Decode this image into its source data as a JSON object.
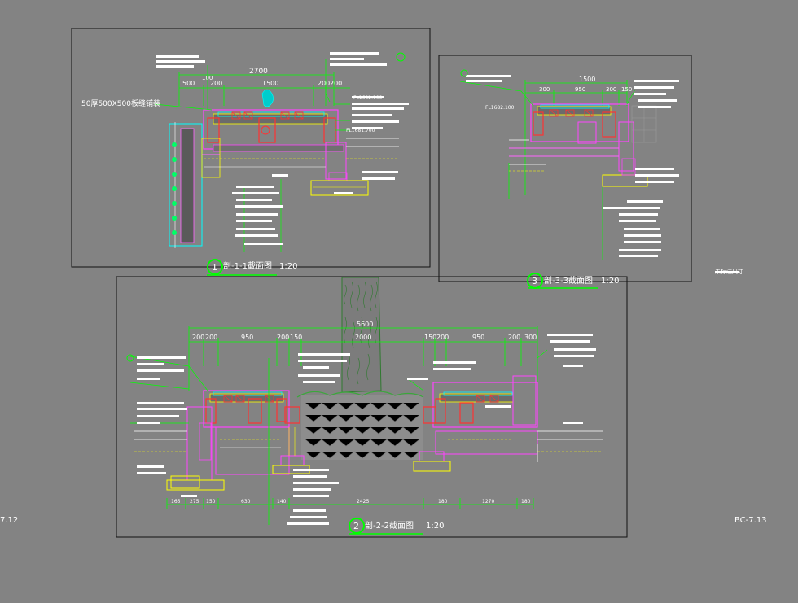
{
  "sheet_refs": {
    "left": "7.12",
    "right": "BC-7.13"
  },
  "section_1": {
    "marker": "1",
    "title": "剖-1-1截面图",
    "scale": "1:20",
    "dims": [
      "2700",
      "500",
      "200",
      "1500",
      "200",
      "200",
      "100"
    ],
    "note_left": "50厚500X500板缝铺装",
    "levels": [
      "FL1681.700",
      "FL1682.100"
    ]
  },
  "section_2": {
    "marker": "2",
    "title": "剖-2-2截面图",
    "scale": "1:20",
    "dims_top": [
      "5600",
      "200",
      "200",
      "950",
      "200",
      "150",
      "2000",
      "150",
      "200",
      "950",
      "200",
      "300"
    ],
    "dims_bottom": [
      "165",
      "275",
      "150",
      "630",
      "140",
      "2425",
      "180",
      "1270",
      "180"
    ]
  },
  "section_3": {
    "marker": "3",
    "title": "剖-3-3截面图",
    "scale": "1:20",
    "dims": [
      "1500",
      "300",
      "950",
      "300",
      "150"
    ],
    "levels": [
      "FL1682.100"
    ]
  },
  "side_note": "未标注尺寸"
}
